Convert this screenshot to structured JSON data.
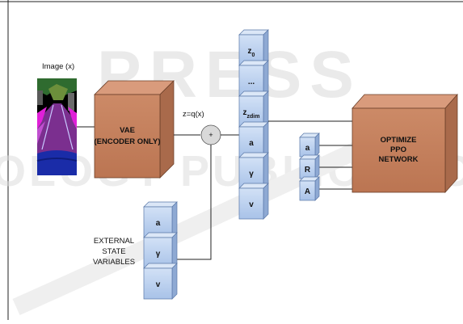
{
  "watermark": {
    "word1": "PRESS",
    "word2": "OLOGY PUBLICATIONS"
  },
  "image_input": {
    "label": "Image (x)"
  },
  "vae": {
    "line1": "VAE",
    "line2": "(ENCODER ONLY)"
  },
  "encoding_label": "z=q(x)",
  "sum_symbol": "+",
  "latent_stack": {
    "cells": [
      {
        "main": "z",
        "sub": "0"
      },
      {
        "main": "...",
        "sub": ""
      },
      {
        "main": "z",
        "sub": "zdim"
      },
      {
        "main": "a",
        "sub": ""
      },
      {
        "main": "γ",
        "sub": ""
      },
      {
        "main": "v",
        "sub": ""
      }
    ]
  },
  "external_state": {
    "label_lines": [
      "EXTERNAL",
      "STATE",
      "VARIABLES"
    ],
    "cells": [
      "a",
      "γ",
      "v"
    ]
  },
  "ppo_inputs": [
    "a",
    "R",
    "A"
  ],
  "ppo": {
    "line1": "OPTIMIZE",
    "line2": "PPO",
    "line3": "NETWORK"
  },
  "colors": {
    "vae_front": "#c8825e",
    "vae_top": "#d99b7c",
    "vae_side": "#a96a4b",
    "cell_front": "#b9cfee",
    "cell_top": "#dbe7f7",
    "cell_side": "#8ea9d3",
    "line": "#222222",
    "watermark": "#d4d4d4"
  }
}
